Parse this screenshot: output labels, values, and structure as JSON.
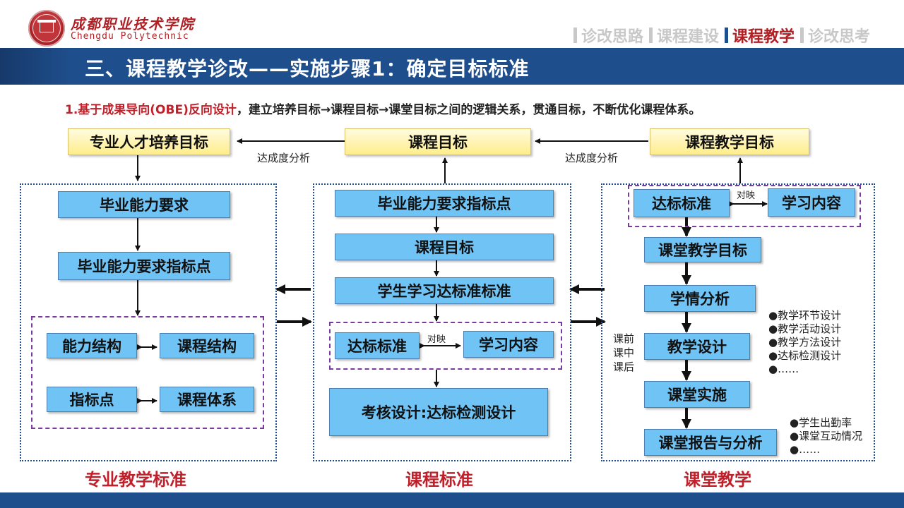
{
  "header": {
    "logo_cn": "成都职业技术学院",
    "logo_en": "Chengdu Polytechnic",
    "nav": [
      "诊改思路",
      "课程建设",
      "课程教学",
      "诊改思考"
    ],
    "active_nav": "课程教学"
  },
  "title": "三、课程教学诊改——实施步骤1：确定目标标准",
  "intro": {
    "highlight": "1.基于成果导向(OBE)反向设计",
    "rest": "，建立培养目标→课程目标→课堂目标之间的逻辑关系，贯通目标，不断优化课程体系。"
  },
  "top_row": {
    "left": "专业人才培养目标",
    "middle": "课程目标",
    "right": "课程教学目标",
    "analysis_left": "达成度分析",
    "analysis_right": "达成度分析"
  },
  "left_panel": {
    "box1": "毕业能力要求",
    "box2": "毕业能力要求指标点",
    "ability_structure": "能力结构",
    "course_structure": "课程结构",
    "indicator": "指标点",
    "course_system": "课程体系",
    "label": "专业教学标准"
  },
  "middle_panel": {
    "box1": "毕业能力要求指标点",
    "box2": "课程目标",
    "box3": "学生学习达标准标准",
    "standard": "达标标准",
    "mapping": "对映",
    "content": "学习内容",
    "assessment": "考核设计:达标检测设计",
    "label": "课程标准"
  },
  "right_panel": {
    "standard": "达标标准",
    "mapping": "对映",
    "content": "学习内容",
    "class_goal": "课堂教学目标",
    "analysis": "学情分析",
    "design": "教学设计",
    "implementation": "课堂实施",
    "report": "课堂报告与分析",
    "phases": [
      "课前",
      "课中",
      "课后"
    ],
    "design_bullets": [
      "●教学环节设计",
      "●教学活动设计",
      "●教学方法设计",
      "●达标检测设计",
      "●……"
    ],
    "report_bullets": [
      "●学生出勤率",
      "●课堂互动情况",
      "●……"
    ],
    "label": "课堂教学"
  },
  "colors": {
    "brand_red": "#b01f24",
    "title_band": "#1f4e8c",
    "box_blue": "#6fc3f5",
    "box_yellow": "#ffed8a",
    "label_red": "#c0202a",
    "dashed_purple": "#7a3aa0"
  }
}
